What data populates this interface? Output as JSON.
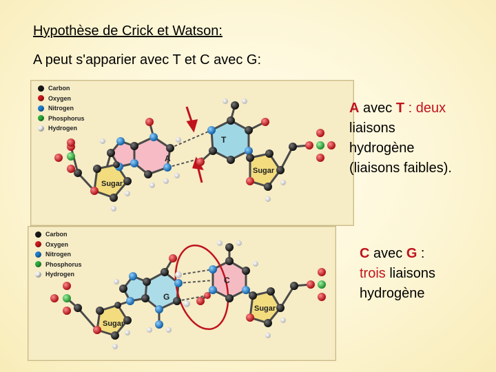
{
  "slide": {
    "title": "Hypothèse de Crick et Watson:",
    "subtitle": "A peut s'apparier avec T et C avec G:"
  },
  "legend": {
    "items": [
      {
        "label": "Carbon",
        "color": "#1a1a1a"
      },
      {
        "label": "Oxygen",
        "color": "#d0181e"
      },
      {
        "label": "Nitrogen",
        "color": "#1d7fd1"
      },
      {
        "label": "Phosphorus",
        "color": "#2cae3b"
      },
      {
        "label": "Hydrogen",
        "color": "#f0f0f0"
      }
    ]
  },
  "diagram_at": {
    "base_left": "A",
    "base_right": "T",
    "sugar_left": "Sugar",
    "sugar_right": "Sugar",
    "color_base_left": "#f6b3c3",
    "color_base_right": "#8fd3ea"
  },
  "diagram_cg": {
    "base_left": "G",
    "base_right": "C",
    "sugar_left": "Sugar",
    "sugar_right": "Sugar",
    "color_base_left": "#9fd9ec",
    "color_base_right": "#f4b3c2"
  },
  "caption_at": {
    "base1": "A",
    "mid1": " avec ",
    "base2": "T",
    "rest_red": " : deux",
    "line2": "liaisons",
    "line3": "hydrogène",
    "line4": "(liaisons faibles)."
  },
  "caption_cg": {
    "base1": "C",
    "mid1": " avec ",
    "base2": "G",
    "rest": " :",
    "word_red": "trois",
    "line2_rest": " liaisons",
    "line3": "hydrogène"
  },
  "colors": {
    "accent_red": "#c0131d",
    "background": "#fdf6d6"
  }
}
